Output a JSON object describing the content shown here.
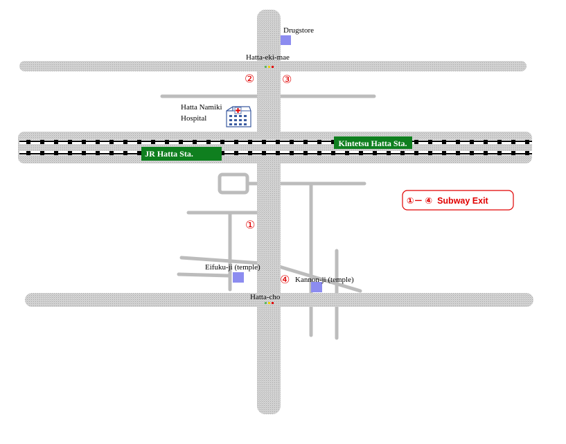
{
  "labels": {
    "drugstore": "Drugstore",
    "hatta_eki_mae": "Hatta-eki-mae",
    "hospital_line1": "Hatta Namiki",
    "hospital_line2": "Hospital",
    "kintetsu_station": "Kintetsu Hatta Sta.",
    "jr_station": "JR Hatta Sta.",
    "eifukuji": "Eifuku-ji (temple)",
    "kannonji": "Kannon-ji (temple)",
    "hatta_cho": "Hatta-cho"
  },
  "exits": {
    "exit1": "①",
    "exit2": "②",
    "exit3": "③",
    "exit4": "④"
  },
  "legend": {
    "text": "①－ ④  Subway Exit"
  },
  "colors": {
    "road": "#c8c8c8",
    "station_green": "#0f7f1f",
    "landmark_blue": "#8c8cf0",
    "exit_red": "#e00000",
    "rail_dark": "#000000"
  }
}
